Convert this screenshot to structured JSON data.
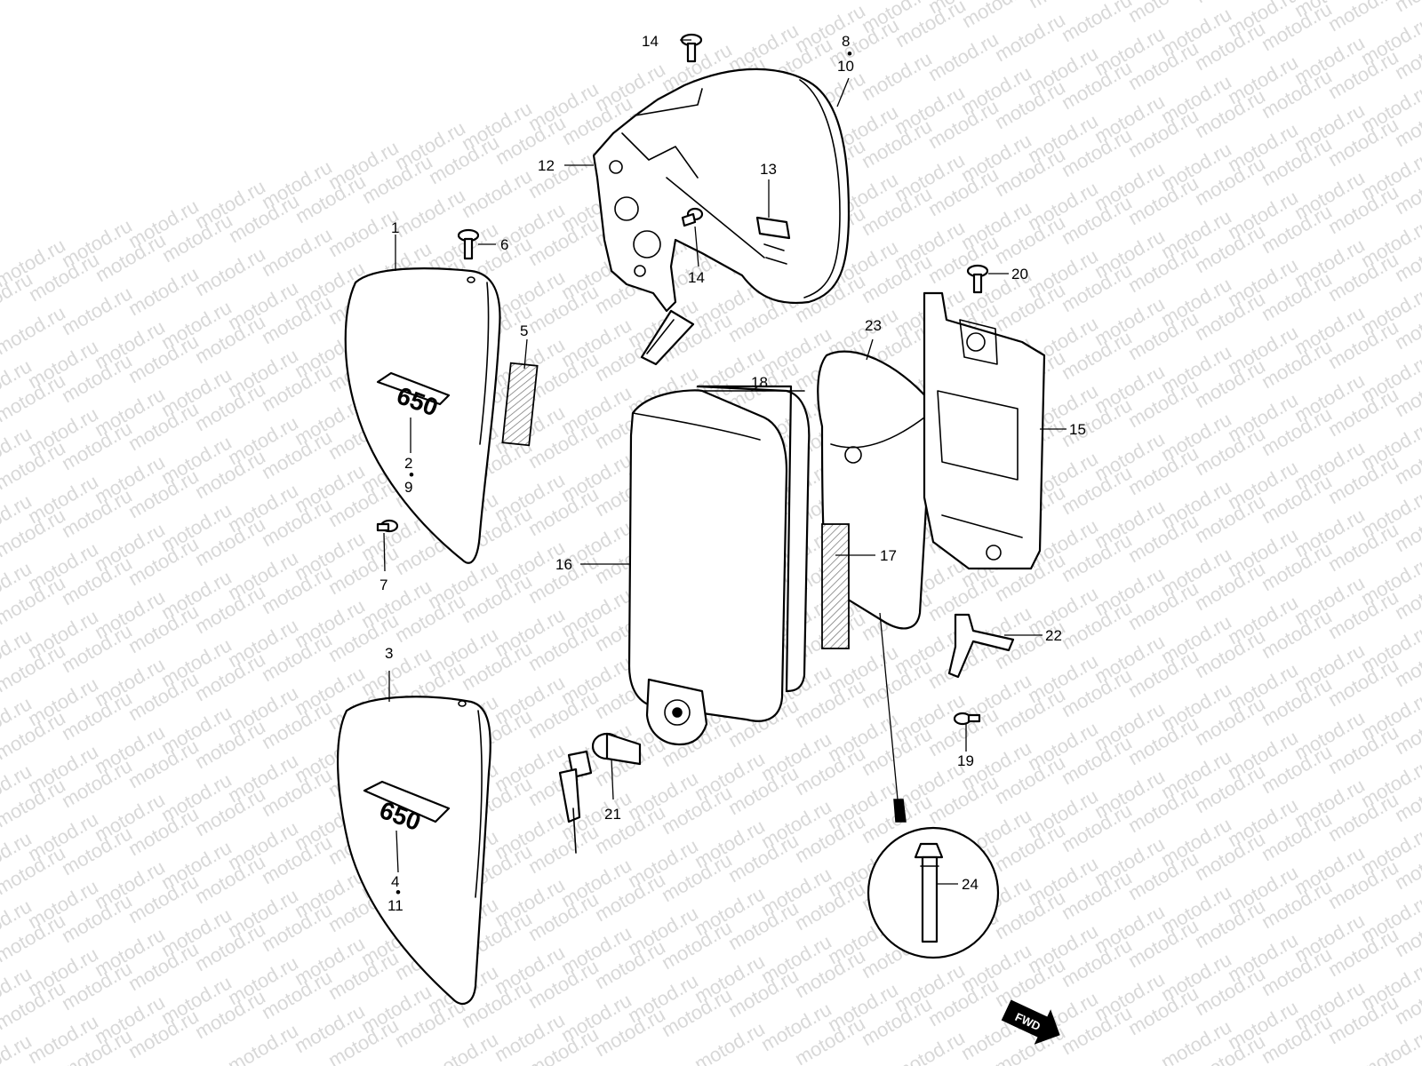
{
  "watermark": "motod.ru",
  "fwd_badge": "FWD",
  "callouts": {
    "p1": "1",
    "p2": "2",
    "p3": "3",
    "p4": "4",
    "p5": "5",
    "p6": "6",
    "p7": "7",
    "p8": "8",
    "p9": "9",
    "p10": "10",
    "p11": "11",
    "p12": "12",
    "p13": "13",
    "p14a": "14",
    "p14b": "14",
    "p15": "15",
    "p16": "16",
    "p17": "17",
    "p18": "18",
    "p19": "19",
    "p20": "20",
    "p21": "21",
    "p22": "22",
    "p23": "23",
    "p24": "24"
  },
  "colors": {
    "line": "#000000",
    "background": "#ffffff",
    "watermark": "#d8d8d8"
  }
}
